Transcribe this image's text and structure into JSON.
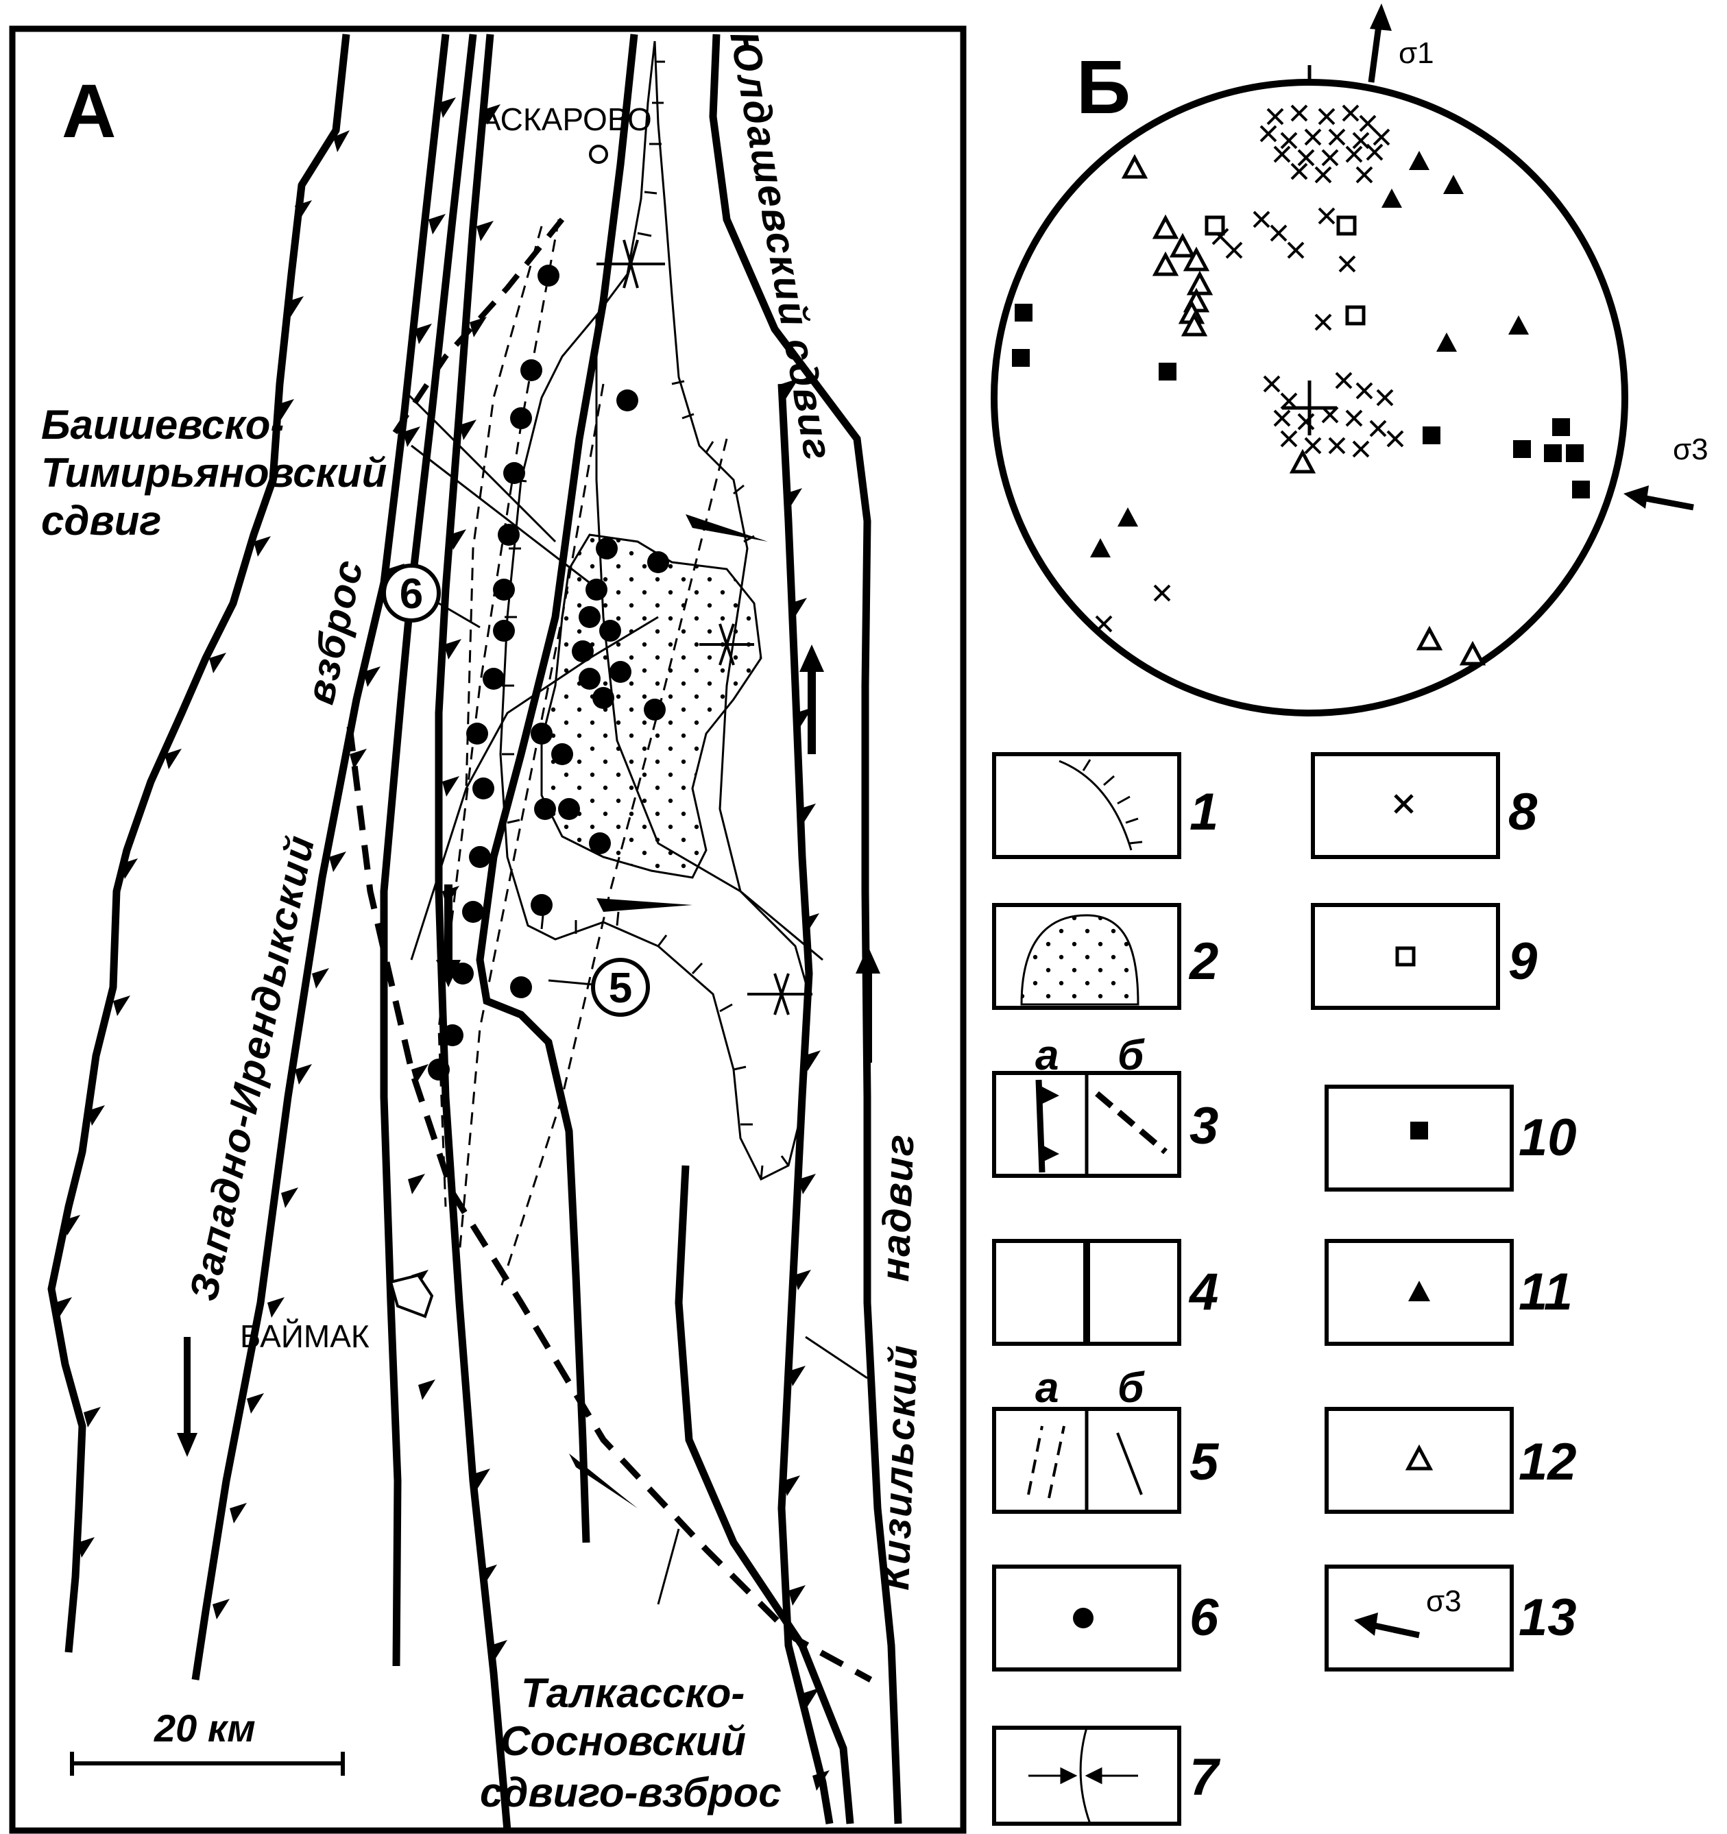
{
  "panel_a": {
    "label": "А",
    "towns": {
      "askarovo": "АСКАРОВО",
      "baimak": "БАЙМАК"
    },
    "faults": {
      "yuldashevsky": "Юлдашевский сдвиг",
      "baishevsko_line1": "Баишевско-",
      "baishevsko_line2": "Тимирьяновский",
      "baishevsko_line3": "сдвиг",
      "zapadno_irendyksky": "Западно-Ирендыкский",
      "vzbros": "взброс",
      "kizilsky_name": "Кизильский",
      "kizilsky_type": "надвиг",
      "talkassko_line1": "Талкасско-",
      "talkassko_line2": "Сосновский",
      "talkassko_line3": "сдвиго-взброс"
    },
    "profile_markers": [
      "6",
      "5"
    ],
    "scale_bar": "20 км"
  },
  "panel_b": {
    "label": "Б",
    "sigma1": "σ1",
    "sigma3": "σ3"
  },
  "legend": {
    "items": [
      "1",
      "2",
      "3",
      "4",
      "5",
      "6",
      "7",
      "8",
      "9",
      "10",
      "11",
      "12",
      "13"
    ],
    "sub_a": "а",
    "sub_b": "б",
    "sigma3": "σ3"
  },
  "colors": {
    "ink": "#000000",
    "paper": "#ffffff"
  }
}
